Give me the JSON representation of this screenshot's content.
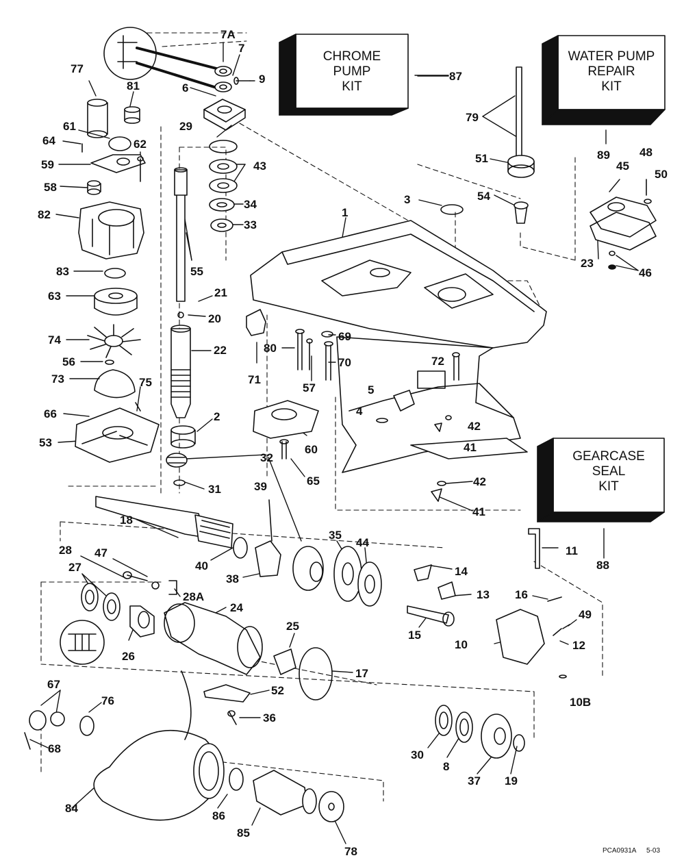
{
  "kits": {
    "chrome": [
      "CHROME",
      "PUMP",
      "KIT"
    ],
    "water_pump": [
      "WATER PUMP",
      "REPAIR",
      "KIT"
    ],
    "gearcase_seal": [
      "GEARCASE",
      "SEAL",
      "KIT"
    ]
  },
  "callouts": {
    "c1": "1",
    "c2": "2",
    "c3": "3",
    "c4": "4",
    "c5": "5",
    "c6": "6",
    "c7": "7",
    "c7a": "7A",
    "c8": "8",
    "c9": "9",
    "c10": "10",
    "c10b": "10B",
    "c11": "11",
    "c12": "12",
    "c13": "13",
    "c14": "14",
    "c15": "15",
    "c16": "16",
    "c17": "17",
    "c18": "18",
    "c19": "19",
    "c20": "20",
    "c21": "21",
    "c22": "22",
    "c23": "23",
    "c24": "24",
    "c25": "25",
    "c26": "26",
    "c27": "27",
    "c28": "28",
    "c28a": "28A",
    "c29": "29",
    "c30": "30",
    "c31": "31",
    "c32": "32",
    "c33": "33",
    "c34": "34",
    "c35": "35",
    "c36": "36",
    "c37": "37",
    "c38": "38",
    "c39": "39",
    "c40": "40",
    "c41a": "41",
    "c41b": "41",
    "c42a": "42",
    "c42b": "42",
    "c43": "43",
    "c44": "44",
    "c45": "45",
    "c46": "46",
    "c47": "47",
    "c48": "48",
    "c49": "49",
    "c50": "50",
    "c51": "51",
    "c52": "52",
    "c53": "53",
    "c54": "54",
    "c55": "55",
    "c56": "56",
    "c57": "57",
    "c58": "58",
    "c59": "59",
    "c60": "60",
    "c61": "61",
    "c62": "62",
    "c63": "63",
    "c64": "64",
    "c65": "65",
    "c66": "66",
    "c67": "67",
    "c68": "68",
    "c69": "69",
    "c70": "70",
    "c71": "71",
    "c72": "72",
    "c73": "73",
    "c74": "74",
    "c75": "75",
    "c76": "76",
    "c77": "77",
    "c78": "78",
    "c79": "79",
    "c80": "80",
    "c81": "81",
    "c82": "82",
    "c83": "83",
    "c84": "84",
    "c85": "85",
    "c86": "86",
    "c87": "87",
    "c88": "88",
    "c89": "89"
  },
  "footer": {
    "code": "PCA0931A",
    "date": "5-03"
  }
}
